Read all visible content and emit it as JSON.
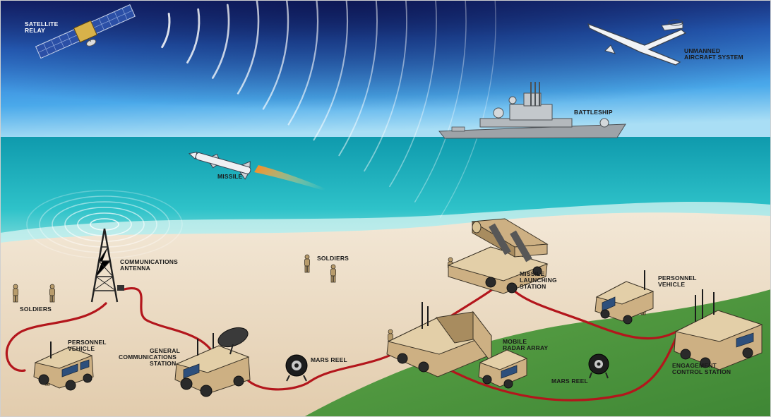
{
  "labels": {
    "satellite": [
      "SATELLITE",
      "RELAY"
    ],
    "uas": [
      "UNMANNED",
      "AIRCRAFT SYSTEM"
    ],
    "battleship": [
      "BATTLESHIP"
    ],
    "missile": [
      "MISSILE"
    ],
    "comm_antenna": [
      "COMMUNICATIONS",
      "ANTENNA"
    ],
    "soldiers_center": [
      "SOLDIERS"
    ],
    "soldiers_left": [
      "SOLDIERS"
    ],
    "personnel_left": [
      "PERSONNEL",
      "VEHICLE"
    ],
    "general_comm": [
      "GENERAL",
      "COMMUNICATIONS",
      "STATION"
    ],
    "mars_reel_left": [
      "MARS REEL"
    ],
    "launching": [
      "MISSILE",
      "LAUNCHING",
      "STATION"
    ],
    "mobile_radar": [
      "MOBILE",
      "RADAR ARRAY"
    ],
    "mars_reel_right": [
      "MARS REEL"
    ],
    "personnel_right": [
      "PERSONNEL",
      "VEHICLE"
    ],
    "engagement": [
      "ENGAGEMENT",
      "CONTROL STATION"
    ]
  },
  "colors": {
    "sky_top": "#1a2f86",
    "sky_mid": "#3a8fe0",
    "sky_horizon": "#9fd8f4",
    "sea_far": "#1aa7b8",
    "sea_near": "#5fd3d6",
    "sand": "#e8d6bd",
    "grass": "#4f9a3f",
    "cable": "#b3161c",
    "vehicle": "#cdb083"
  },
  "icons": [
    "satellite-icon",
    "drone-icon",
    "ship-icon",
    "missile-icon",
    "antenna-tower-icon",
    "vehicle-icon",
    "radar-icon",
    "launcher-icon",
    "cable-reel-icon",
    "soldier-icon"
  ]
}
